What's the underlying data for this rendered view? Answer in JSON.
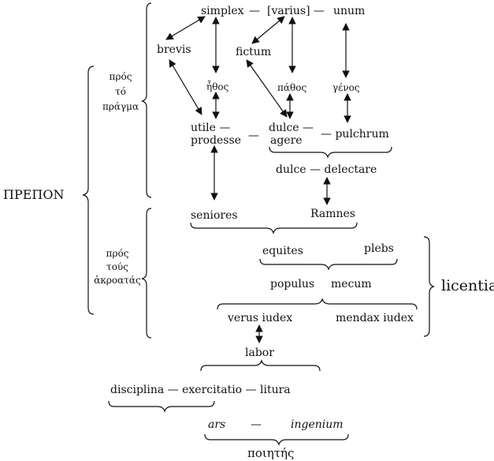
{
  "diagram": {
    "prepon": "ΠΡΕΠΟΝ",
    "pros_pragma": [
      "πρός",
      "τό",
      "πράγμα"
    ],
    "pros_akroatas": [
      "πρός",
      "τούς",
      "ἀκροατάς"
    ],
    "licentia": "licentia",
    "row_top": {
      "simplex": "simplex",
      "dash1": "—",
      "varius": "[varius]",
      "dash2": "—",
      "unum": "unum"
    },
    "brevis": "brevis",
    "fictum": "fictum",
    "ethos": "ἦθος",
    "pathos": "πάθος",
    "genos": "γένος",
    "utile": "utile —",
    "prodesse": "prodesse",
    "dash_mid": "—",
    "dulce": "dulce —",
    "agere": "agere",
    "pulchrum": "— pulchrum",
    "dulce_delectare": "dulce — delectare",
    "seniores": "seniores",
    "ramnes": "Ramnes",
    "equites": "equites",
    "plebs": "plebs",
    "populus": "populus",
    "mecum": "mecum",
    "verus_iudex": "verus iudex",
    "mendax_iudex": "mendax iudex",
    "labor": "labor",
    "discipline_row": "disciplina — exercitatio — litura",
    "ars": "ars",
    "dash_ars": "—",
    "ingenium": "ingenium",
    "poietes": "ποιητής"
  }
}
